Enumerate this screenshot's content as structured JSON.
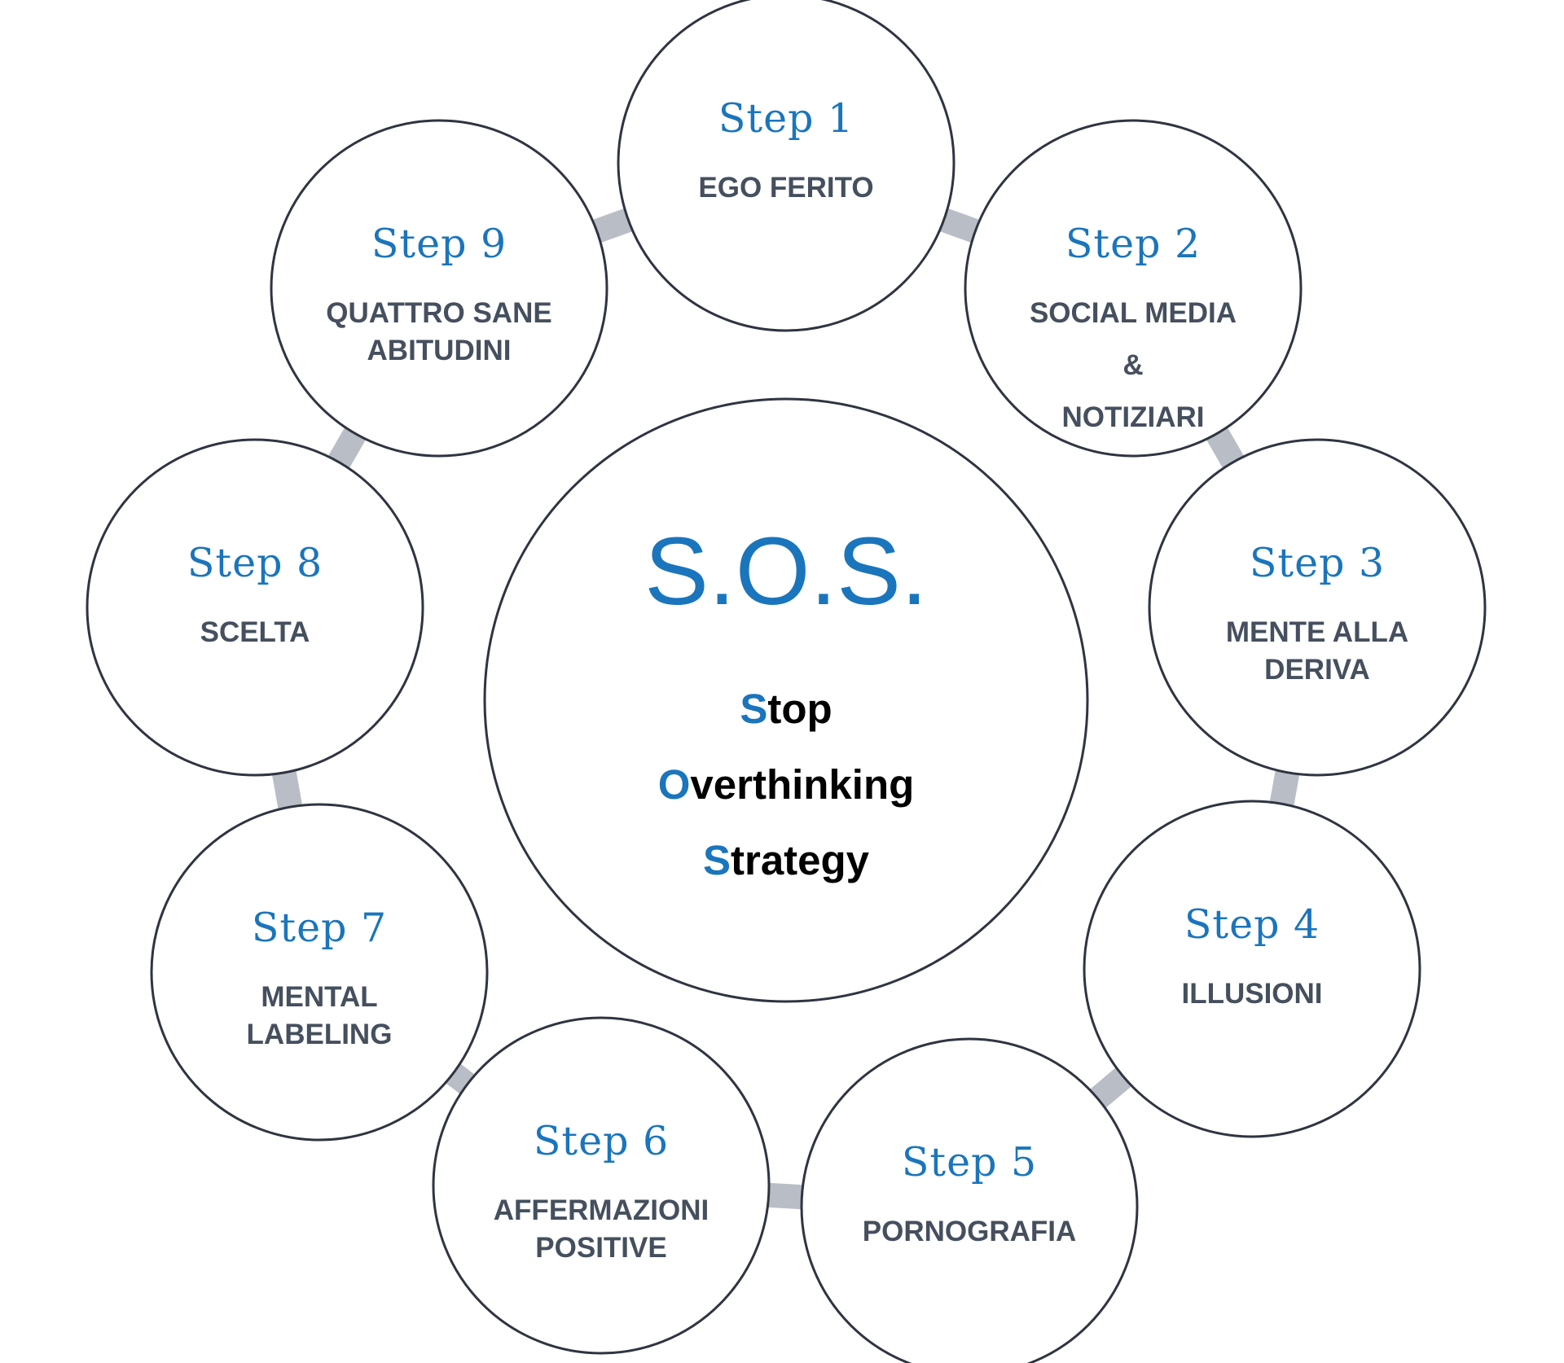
{
  "colors": {
    "accent": "#1a75bc",
    "step_text": "#454f5e",
    "circle_stroke": "#2f3441",
    "connector": "#b9bec6",
    "black": "#000000"
  },
  "center": {
    "title": "S.O.S.",
    "words": [
      {
        "initial": "S",
        "rest": "top"
      },
      {
        "initial": "O",
        "rest": "verthinking"
      },
      {
        "initial": "S",
        "rest": "trategy"
      }
    ]
  },
  "steps": [
    {
      "heading": "Step 1",
      "lines": [
        "EGO FERITO"
      ]
    },
    {
      "heading": "Step 2",
      "lines": [
        "SOCIAL MEDIA",
        "&",
        "NOTIZIARI"
      ]
    },
    {
      "heading": "Step 3",
      "lines": [
        "MENTE ALLA",
        "DERIVA"
      ]
    },
    {
      "heading": "Step 4",
      "lines": [
        "ILLUSIONI"
      ]
    },
    {
      "heading": "Step 5",
      "lines": [
        "PORNOGRAFIA"
      ]
    },
    {
      "heading": "Step 6",
      "lines": [
        "AFFERMAZIONI",
        "POSITIVE"
      ]
    },
    {
      "heading": "Step 7",
      "lines": [
        "MENTAL",
        "LABELING"
      ]
    },
    {
      "heading": "Step 8",
      "lines": [
        "SCELTA"
      ]
    },
    {
      "heading": "Step 9",
      "lines": [
        "QUATTRO SANE",
        "ABITUDINI"
      ]
    }
  ]
}
